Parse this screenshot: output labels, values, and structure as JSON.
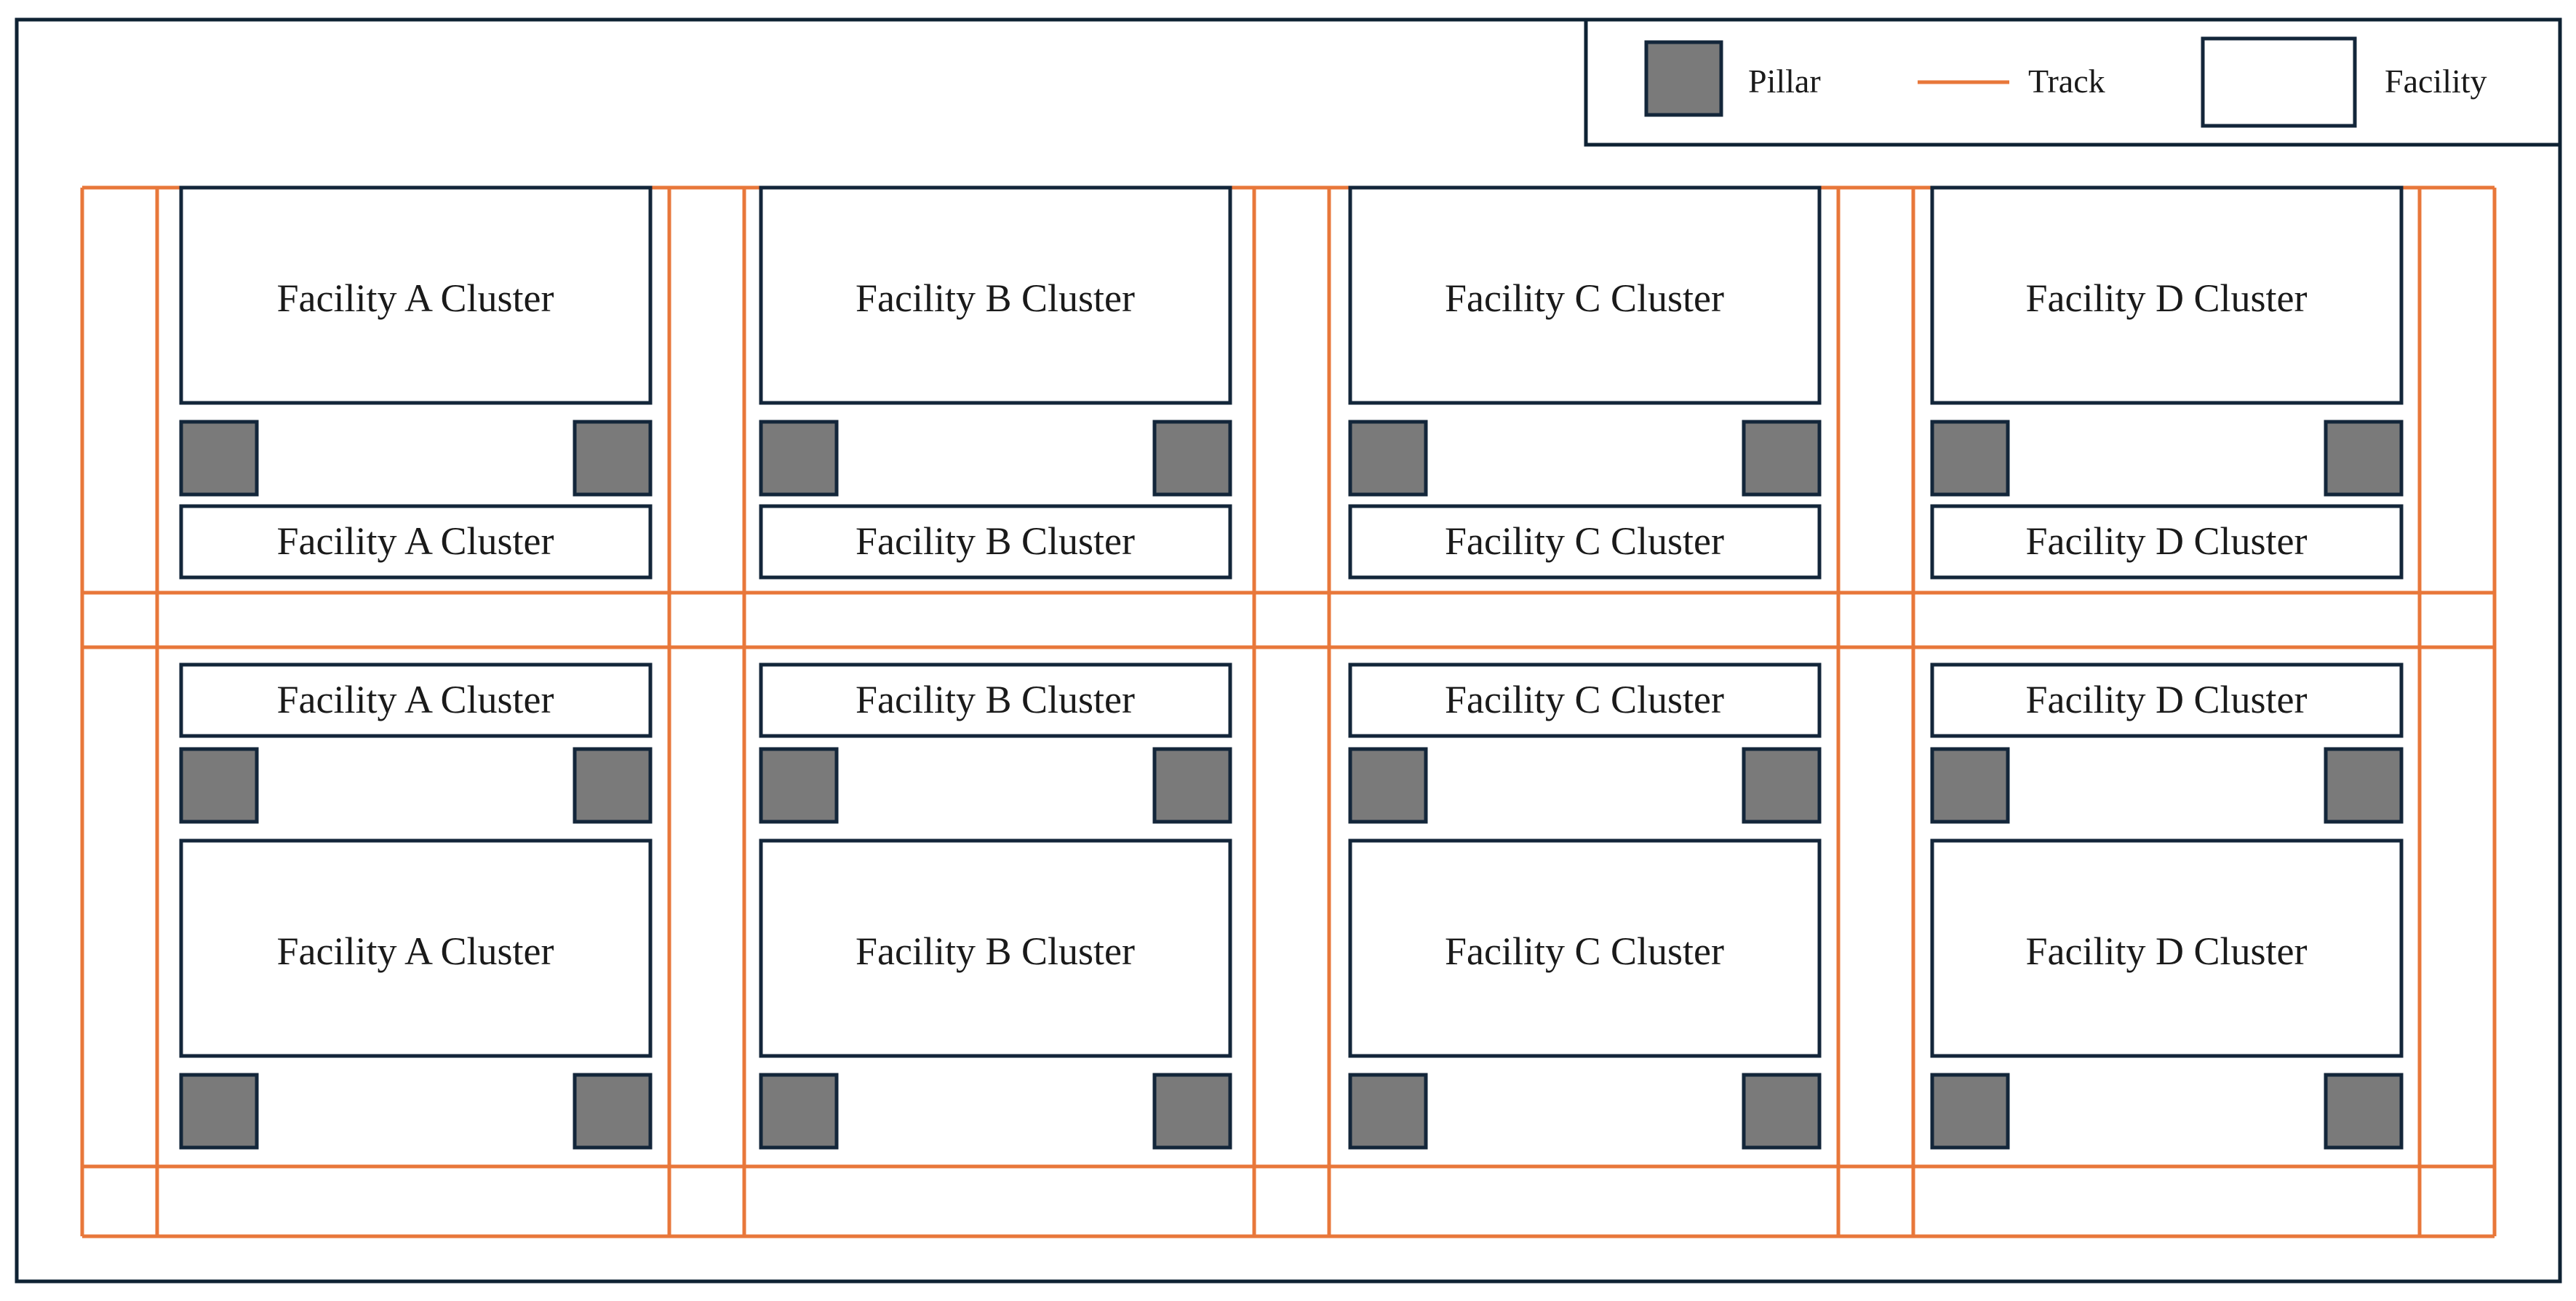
{
  "legend": {
    "pillar_label": "Pillar",
    "track_label": "Track",
    "facility_label": "Facility"
  },
  "clusters": [
    {
      "column": "A",
      "top_large_label": "Facility A Cluster",
      "top_small_label": "Facility A Cluster",
      "bottom_small_label": "Facility A Cluster",
      "bottom_large_label": "Facility A Cluster"
    },
    {
      "column": "B",
      "top_large_label": "Facility B Cluster",
      "top_small_label": "Facility B Cluster",
      "bottom_small_label": "Facility B Cluster",
      "bottom_large_label": "Facility B Cluster"
    },
    {
      "column": "C",
      "top_large_label": "Facility C Cluster",
      "top_small_label": "Facility C Cluster",
      "bottom_small_label": "Facility C Cluster",
      "bottom_large_label": "Facility C Cluster"
    },
    {
      "column": "D",
      "top_large_label": "Facility D Cluster",
      "top_small_label": "Facility D Cluster",
      "bottom_small_label": "Facility D Cluster",
      "bottom_large_label": "Facility D Cluster"
    }
  ],
  "colors": {
    "frame": "#0e2233",
    "track": "#e8773a",
    "pillar_fill": "#7a7a7a",
    "pillar_border": "#13263a",
    "facility_border": "#13263a",
    "facility_fill": "#ffffff"
  }
}
